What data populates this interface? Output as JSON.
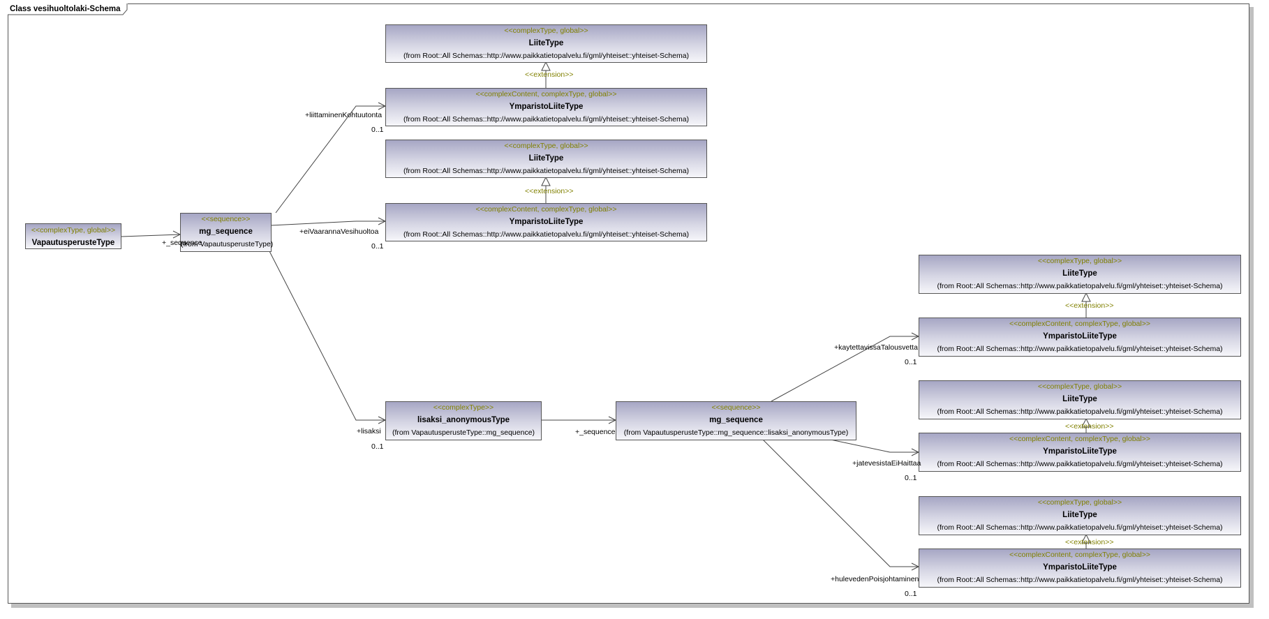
{
  "frame": {
    "title": "Class vesihuoltolaki-Schema"
  },
  "classes": {
    "vapautus": {
      "stereotype": "<<complexType, global>>",
      "name": "VapautusperusteType",
      "from": ""
    },
    "mg_sequence_1": {
      "stereotype": "<<sequence>>",
      "name": "mg_sequence",
      "from": "(from VapautusperusteType)"
    },
    "liite_1": {
      "stereotype": "<<complexType, global>>",
      "name": "LiiteType",
      "from": "(from Root::All Schemas::http://www.paikkatietopalvelu.fi/gml/yhteiset::yhteiset-Schema)"
    },
    "ymparisto_1": {
      "stereotype": "<<complexContent, complexType, global>>",
      "name": "YmparistoLiiteType",
      "from": "(from Root::All Schemas::http://www.paikkatietopalvelu.fi/gml/yhteiset::yhteiset-Schema)"
    },
    "liite_2": {
      "stereotype": "<<complexType, global>>",
      "name": "LiiteType",
      "from": "(from Root::All Schemas::http://www.paikkatietopalvelu.fi/gml/yhteiset::yhteiset-Schema)"
    },
    "ymparisto_2": {
      "stereotype": "<<complexContent, complexType, global>>",
      "name": "YmparistoLiiteType",
      "from": "(from Root::All Schemas::http://www.paikkatietopalvelu.fi/gml/yhteiset::yhteiset-Schema)"
    },
    "lisaksi": {
      "stereotype": "<<complexType>>",
      "name": "lisaksi_anonymousType",
      "from": "(from VapautusperusteType::mg_sequence)"
    },
    "mg_sequence_2": {
      "stereotype": "<<sequence>>",
      "name": "mg_sequence",
      "from": "(from VapautusperusteType::mg_sequence::lisaksi_anonymousType)"
    },
    "liite_3": {
      "stereotype": "<<complexType, global>>",
      "name": "LiiteType",
      "from": "(from Root::All Schemas::http://www.paikkatietopalvelu.fi/gml/yhteiset::yhteiset-Schema)"
    },
    "ymparisto_3": {
      "stereotype": "<<complexContent, complexType, global>>",
      "name": "YmparistoLiiteType",
      "from": "(from Root::All Schemas::http://www.paikkatietopalvelu.fi/gml/yhteiset::yhteiset-Schema)"
    },
    "liite_4": {
      "stereotype": "<<complexType, global>>",
      "name": "LiiteType",
      "from": "(from Root::All Schemas::http://www.paikkatietopalvelu.fi/gml/yhteiset::yhteiset-Schema)"
    },
    "ymparisto_4": {
      "stereotype": "<<complexContent, complexType, global>>",
      "name": "YmparistoLiiteType",
      "from": "(from Root::All Schemas::http://www.paikkatietopalvelu.fi/gml/yhteiset::yhteiset-Schema)"
    },
    "liite_5": {
      "stereotype": "<<complexType, global>>",
      "name": "LiiteType",
      "from": "(from Root::All Schemas::http://www.paikkatietopalvelu.fi/gml/yhteiset::yhteiset-Schema)"
    },
    "ymparisto_5": {
      "stereotype": "<<complexContent, complexType, global>>",
      "name": "YmparistoLiiteType",
      "from": "(from Root::All Schemas::http://www.paikkatietopalvelu.fi/gml/yhteiset::yhteiset-Schema)"
    }
  },
  "associations": {
    "seq1": {
      "role": "+_sequence",
      "multiplicity": ""
    },
    "liittaminen": {
      "role": "+liittaminenKohtuutonta",
      "multiplicity": "0..1"
    },
    "eiVaaranna": {
      "role": "+eiVaarannaVesihuoltoa",
      "multiplicity": "0..1"
    },
    "lisaksi": {
      "role": "+lisaksi",
      "multiplicity": "0..1"
    },
    "seq2": {
      "role": "+_sequence",
      "multiplicity": ""
    },
    "kaytettavissa": {
      "role": "+kaytettavissaTalousvetta",
      "multiplicity": "0..1"
    },
    "jatevesista": {
      "role": "+jatevesistaEiHaittaa",
      "multiplicity": "0..1"
    },
    "huleveden": {
      "role": "+hulevedenPoisjohtaminen",
      "multiplicity": "0..1"
    }
  },
  "generalization": {
    "stereotype": "<<extension>>"
  }
}
